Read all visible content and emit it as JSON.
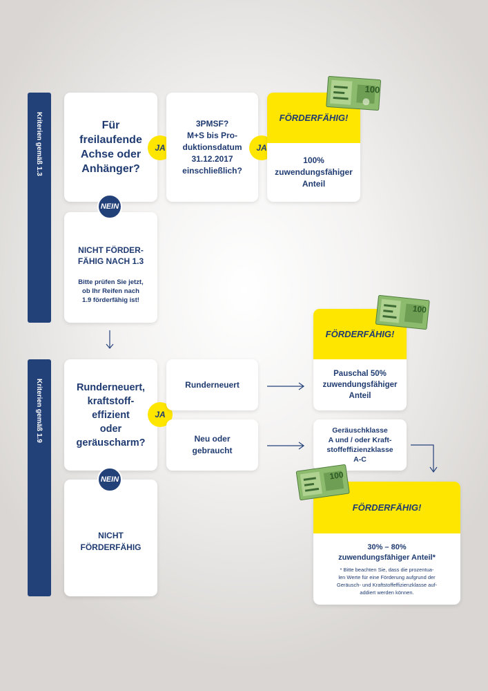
{
  "colors": {
    "navy": "#234179",
    "yellow": "#ffe600",
    "text": "#1f3b71",
    "bill_green": "#6fa55c"
  },
  "section1": {
    "label": "Kriterien gemäß 1.3",
    "question": "Für\nfreilaufende\nAchse oder\nAnhänger?",
    "ja_label": "JA",
    "nein_label": "NEIN",
    "second_question": "3PMSF?\nM+S bis Pro-\nduktionsdatum\n31.12.2017\neinschließlich?",
    "ja2_label": "JA",
    "result_head": "FÖRDERFÄHIG!",
    "result_body": "100%\nzuwendungsfähiger\nAnteil",
    "not_eligible_title": "NICHT FÖRDER-\nFÄHIG NACH 1.3",
    "not_eligible_hint": "Bitte prüfen Sie jetzt,\nob Ihr Reifen nach\n1.9 förderfähig ist!"
  },
  "section2": {
    "label": "Kriterien gemäß 1.9",
    "question": "Runderneuert,\nkraftstoff-\neffizient\noder\ngeräuscharm?",
    "ja_label": "JA",
    "nein_label": "NEIN",
    "option_retreaded": "Runderneuert",
    "option_new": "Neu oder\ngebraucht",
    "result1_head": "FÖRDERFÄHIG!",
    "result1_body": "Pauschal 50%\nzuwendungsfähiger\nAnteil",
    "noise_class": "Geräuschklasse\nA und / oder Kraft-\nstoffeffizienzklasse\nA-C",
    "result2_head": "FÖRDERFÄHIG!",
    "result2_body": "30% – 80%\nzuwendungsfähiger Anteil*",
    "result2_note": "* Bitte beachten Sie, dass die prozentua-\nlen Werte für eine Förderung aufgrund der\nGeräusch- und Kraftstoffeffizienzklasse auf-\naddiert werden können.",
    "not_eligible": "NICHT\nFÖRDERFÄHIG"
  },
  "icons": [
    "euro-bill-icon",
    "arrow-right-icon",
    "arrow-down-icon"
  ]
}
